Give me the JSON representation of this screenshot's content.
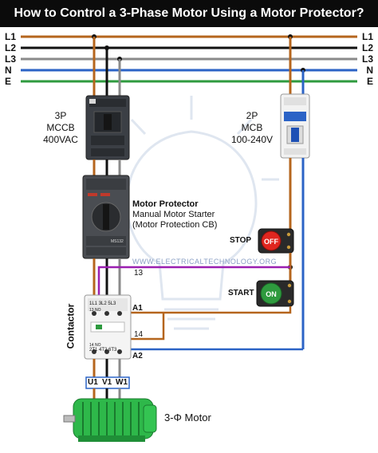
{
  "title": "How to Control a 3-Phase Motor Using a Motor Protector?",
  "bus_labels": [
    "L1",
    "L2",
    "L3",
    "N",
    "E"
  ],
  "colors": {
    "L1": "#b5651d",
    "L2": "#111111",
    "L3": "#8a8a8a",
    "N": "#2b63c6",
    "E": "#2e9a3e",
    "control": "#9a1fb0",
    "title_bar": "#0b0b0b"
  },
  "mccb": {
    "line1": "3P",
    "line2": "MCCB",
    "line3": "400VAC"
  },
  "mcb": {
    "line1": "2P",
    "line2": "MCB",
    "line3": "100-240V"
  },
  "motor_protector": {
    "title": "Motor Protector",
    "line1": "Manual Motor Starter",
    "line2": "(Motor Protection CB)"
  },
  "stop_button": {
    "label": "STOP",
    "face": "OFF"
  },
  "start_button": {
    "label": "START",
    "face": "ON"
  },
  "watermark": "WWW.ELECTRICALTECHNOLOGY.ORG",
  "contactor": {
    "label": "Contactor",
    "top_terminals": [
      "1L1",
      "3L2",
      "5L3"
    ],
    "aux_top": [
      "13",
      "NO"
    ],
    "aux_bottom": [
      "14",
      "NO"
    ],
    "bottom_terminals": [
      "2T1",
      "4T2",
      "6T3"
    ],
    "coil_a1": "A1",
    "coil_a2": "A2",
    "wire_13": "13",
    "wire_14": "14"
  },
  "motor_terminals": [
    "U1",
    "V1",
    "W1"
  ],
  "motor_label": "3-Φ Motor",
  "mp_tag": "MS132"
}
